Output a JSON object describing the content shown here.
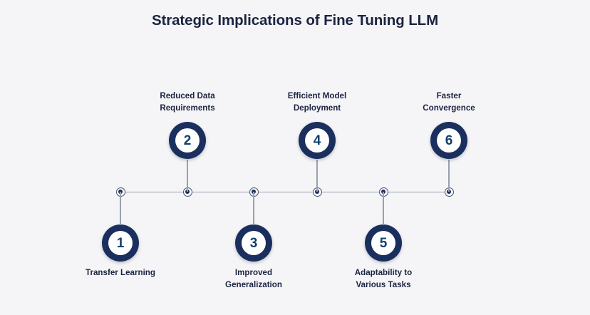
{
  "title": "Strategic Implications of Fine Tuning LLM",
  "colors": {
    "background": "#f5f5f7",
    "navy": "#1b2f5e",
    "number": "#10406e",
    "text": "#1b2340",
    "axis_line": "#9a9fb0",
    "pin_inner": "#ffffff"
  },
  "timeline": {
    "orientation": "horizontal",
    "node_count": 6,
    "steps": [
      {
        "number": "1",
        "label": "Transfer Learning",
        "position": "below"
      },
      {
        "number": "2",
        "label": "Reduced Data\nRequirements",
        "position": "above"
      },
      {
        "number": "3",
        "label": "Improved\nGeneralization",
        "position": "below"
      },
      {
        "number": "4",
        "label": "Efficient Model\nDeployment",
        "position": "above"
      },
      {
        "number": "5",
        "label": "Adaptability to\nVarious Tasks",
        "position": "below"
      },
      {
        "number": "6",
        "label": "Faster\nConvergence",
        "position": "above"
      }
    ]
  }
}
